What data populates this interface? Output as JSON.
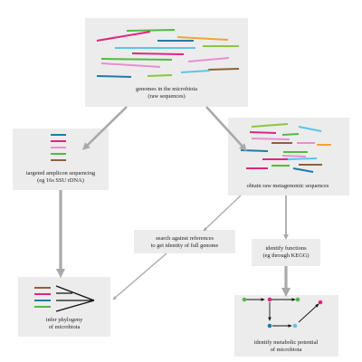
{
  "colors": {
    "box": "#ececec",
    "arrow": "#a9a9a9",
    "text": "#222222",
    "teal": "#1f7aa8",
    "magenta": "#e0267f",
    "green": "#54b947",
    "brown": "#8c6239",
    "orange": "#f2a33a",
    "sky": "#5bc5e8",
    "pink": "#e88fd0",
    "lime": "#8cc63f",
    "black": "#111111"
  },
  "nodes": {
    "genomes": {
      "line1": "genomes in the microbiota",
      "line2": "(raw sequences)"
    },
    "amplicon": {
      "line1": "targeted amplicon sequencing",
      "line2": "(eg 16s SSU rDNA)"
    },
    "metagenomic": {
      "line1": "obtain raw metagenomic sequences"
    },
    "search": {
      "line1": "search against references",
      "line2": "to get identity of full genome"
    },
    "functions": {
      "line1": "identify functions",
      "line2": "(eg through KEGG)"
    },
    "phylogeny": {
      "line1": "infer phylogeny",
      "line2": "of microbiota"
    },
    "metabolic": {
      "line1": "identify metabolic potential",
      "line2": "of microbiota"
    }
  }
}
